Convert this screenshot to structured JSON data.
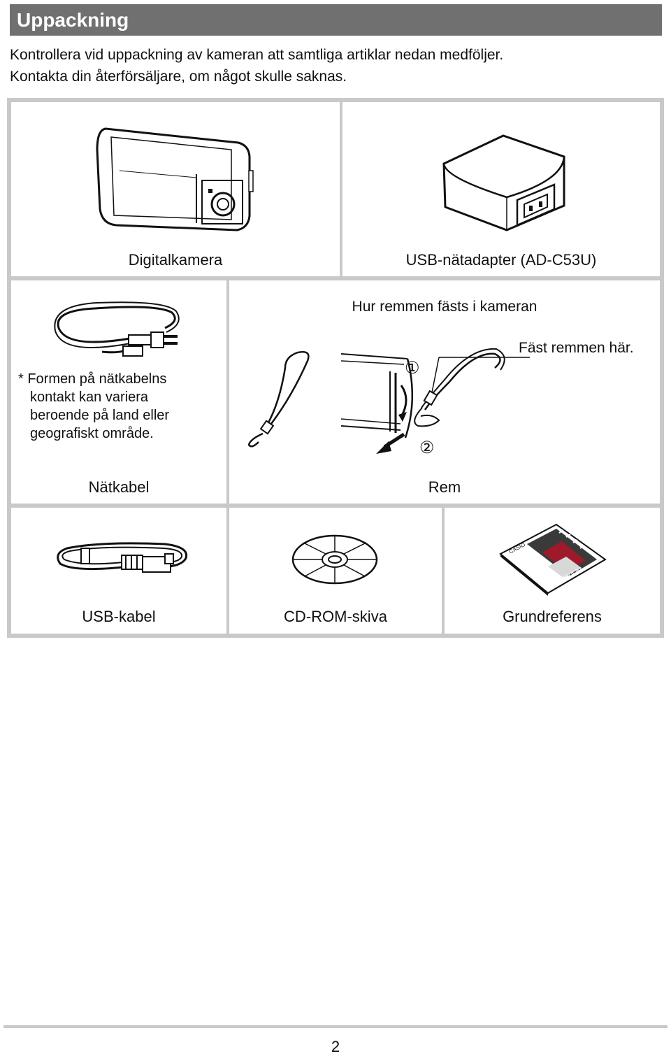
{
  "section": {
    "title": "Uppackning"
  },
  "intro": {
    "line1": "Kontrollera vid uppackning av kameran att samtliga artiklar nedan medföljer.",
    "line2": "Kontakta din återförsäljare, om något skulle saknas."
  },
  "items": {
    "camera": "Digitalkamera",
    "adapter": "USB-nätadapter (AD-C53U)",
    "power_cable": "Nätkabel",
    "power_note": [
      "* Formen på nätkabelns",
      "kontakt kan variera",
      "beroende på land eller",
      "geografiskt område."
    ],
    "strap": "Rem",
    "strap_howto": "Hur remmen fästs i kameran",
    "strap_attach": "Fäst remmen här.",
    "step1": "①",
    "step2": "②",
    "usb_cable": "USB-kabel",
    "cdrom": "CD-ROM-skiva",
    "reference": "Grundreferens",
    "booklet_brand": "CASIO",
    "booklet_name": "EXILIM"
  },
  "footer": {
    "page_number": "2"
  }
}
